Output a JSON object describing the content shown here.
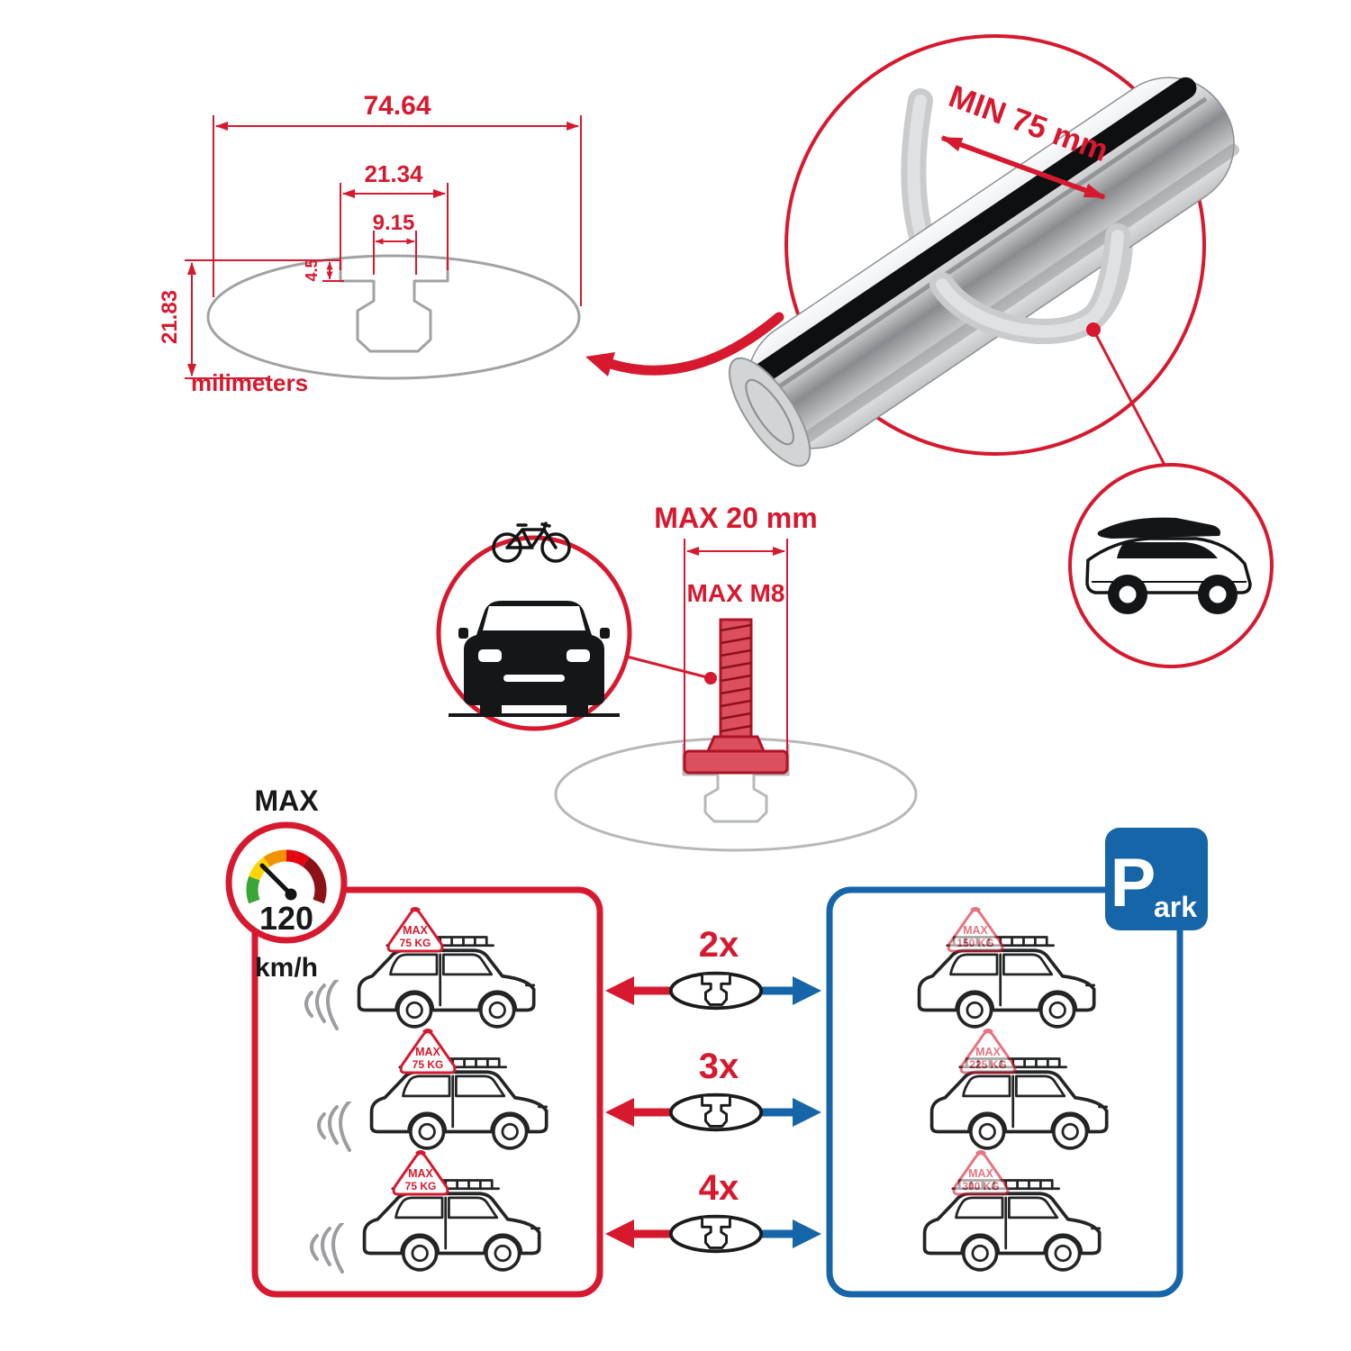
{
  "colors": {
    "accent_red": "#d6192e",
    "accent_blue": "#1565a8",
    "ink_black": "#17181a",
    "ghost_gray": "#b6b8ba"
  },
  "cross_section": {
    "total_width": "74.64",
    "channel_width": "21.34",
    "slot_width": "9.15",
    "lip_depth": "4.5",
    "total_height": "21.83",
    "units_label": "milimeters"
  },
  "bar_detail": {
    "min_span_label": "MIN 75 mm"
  },
  "bolt": {
    "max_width_label": "MAX 20 mm",
    "max_thread_label": "MAX M8"
  },
  "speed_limit": {
    "label": "MAX",
    "value": "120",
    "unit": "km/h"
  },
  "park_sign": {
    "initial": "P",
    "rest": "ark"
  },
  "driving_cars": [
    {
      "tag_label": "MAX",
      "tag_value": "75 KG"
    },
    {
      "tag_label": "MAX",
      "tag_value": "75 KG"
    },
    {
      "tag_label": "MAX",
      "tag_value": "75 KG"
    }
  ],
  "parked_cars": [
    {
      "tag_label": "MAX",
      "tag_value": "150 KG"
    },
    {
      "tag_label": "MAX",
      "tag_value": "225 KG"
    },
    {
      "tag_label": "MAX",
      "tag_value": "300 KG"
    }
  ],
  "multipliers": [
    {
      "label": "2x"
    },
    {
      "label": "3x"
    },
    {
      "label": "4x"
    }
  ]
}
